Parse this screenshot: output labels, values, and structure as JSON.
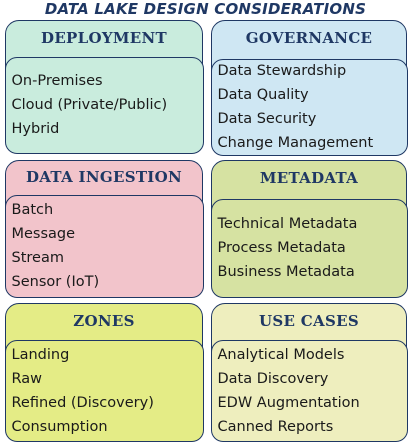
{
  "title": "DATA LAKE DESIGN CONSIDERATIONS",
  "colors": {
    "outline": "#1f3864",
    "deployment": "#c9ecdd",
    "governance": "#cfe7f3",
    "ingestion": "#f2c4cb",
    "metadata": "#d6e2a2",
    "zones": "#e4ec86",
    "use_cases": "#eeeebe"
  },
  "panels": {
    "deployment": {
      "header": "DEPLOYMENT",
      "items": [
        "On-Premises",
        "Cloud (Private/Public)",
        "Hybrid"
      ]
    },
    "governance": {
      "header": "GOVERNANCE",
      "items": [
        "Data Stewardship",
        "Data Quality",
        "Data Security",
        "Change Management"
      ]
    },
    "ingestion": {
      "header": "DATA INGESTION",
      "items": [
        "Batch",
        "Message",
        "Stream",
        "Sensor (IoT)"
      ]
    },
    "metadata": {
      "header": "METADATA",
      "items": [
        "Technical Metadata",
        "Process Metadata",
        "Business Metadata"
      ]
    },
    "zones": {
      "header": "ZONES",
      "items": [
        "Landing",
        "Raw",
        "Refined (Discovery)",
        "Consumption"
      ]
    },
    "use_cases": {
      "header": "USE CASES",
      "items": [
        "Analytical Models",
        "Data Discovery",
        "EDW Augmentation",
        "Canned Reports"
      ]
    }
  }
}
